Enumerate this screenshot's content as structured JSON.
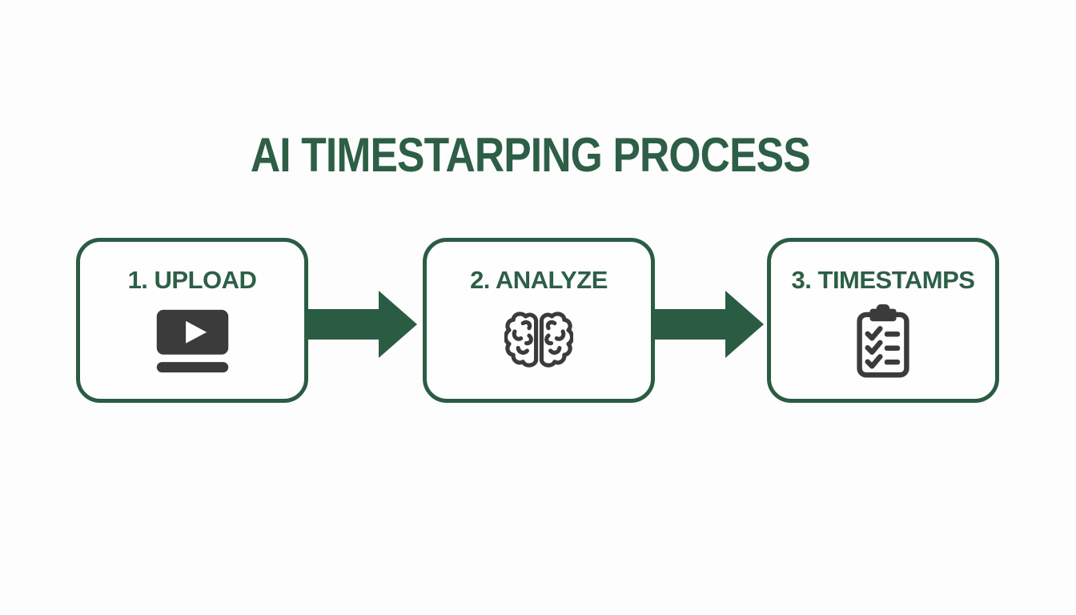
{
  "title": "AI TIMESTARPING PROCESS",
  "steps": [
    {
      "label": "1. UPLOAD",
      "icon": "video-player-icon"
    },
    {
      "label": "2. ANALYZE",
      "icon": "brain-icon"
    },
    {
      "label": "3. TIMESTAMPS",
      "icon": "checklist-clipboard-icon"
    }
  ],
  "arrows": [
    {
      "from": "1. UPLOAD",
      "to": "2. ANALYZE"
    },
    {
      "from": "2. ANALYZE",
      "to": "3. TIMESTAMPS"
    }
  ],
  "colors": {
    "accent_green": "#2a5c44",
    "text_green": "#2d5f46",
    "icon_charcoal": "#3b3b3b",
    "background": "#fdfdfd",
    "box_background": "#fefefe"
  }
}
